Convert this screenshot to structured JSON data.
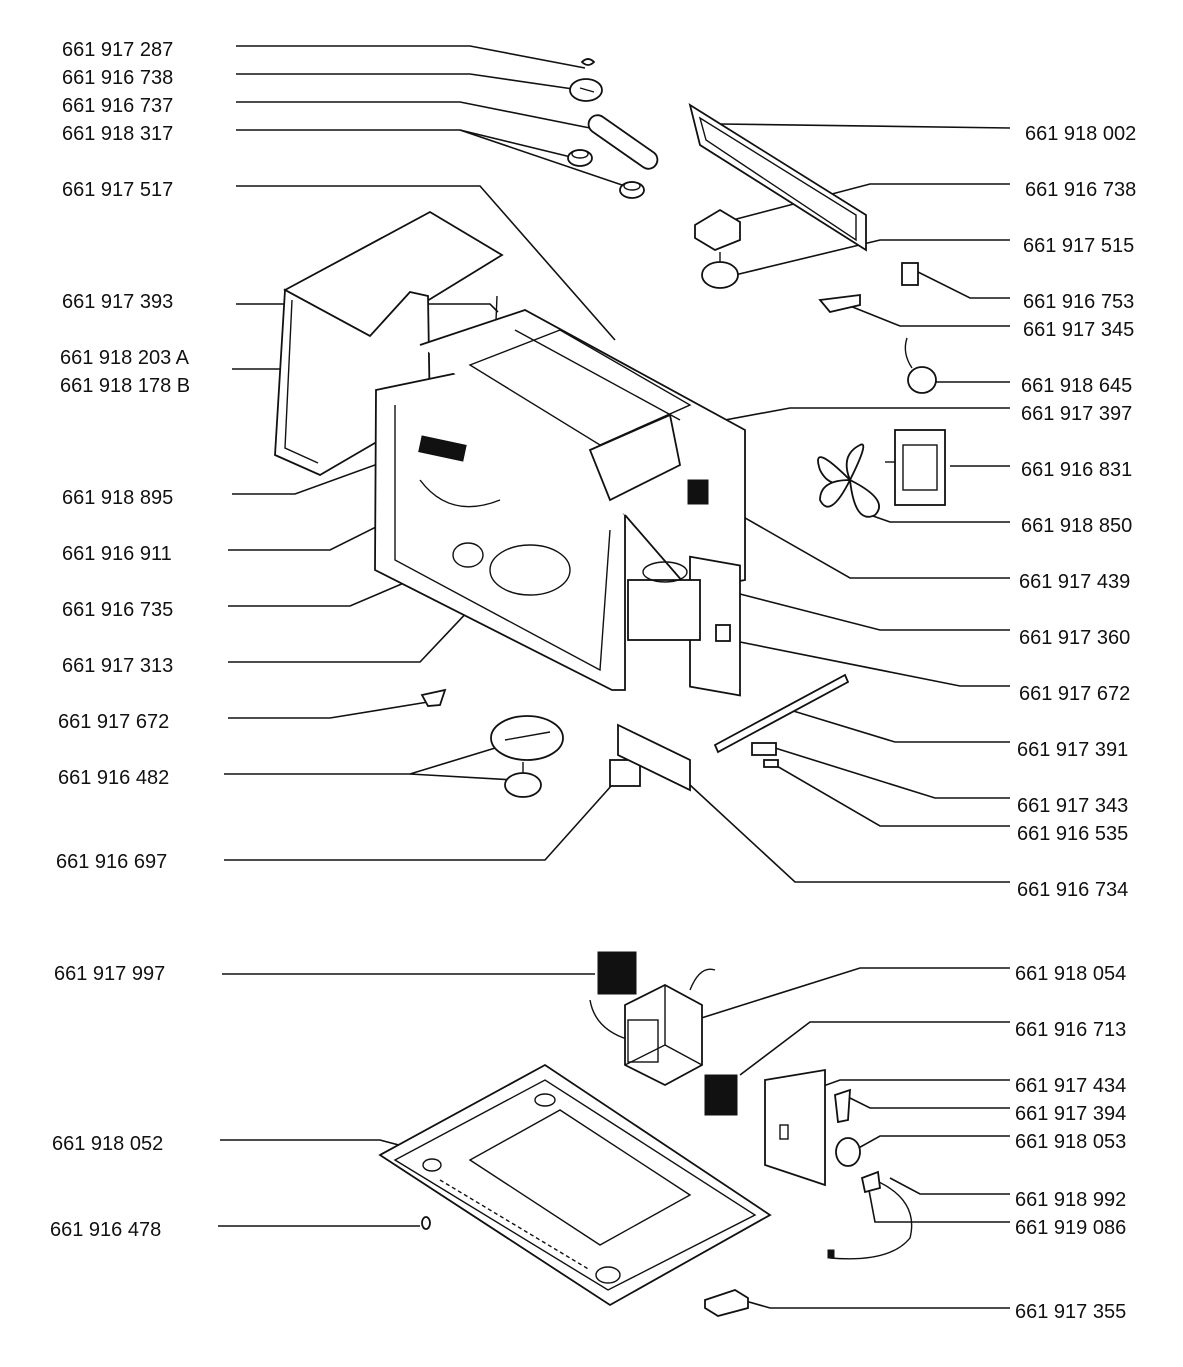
{
  "labels_left": [
    "661 917 287",
    "661 916 738",
    "661 916 737",
    "661 918 317",
    "661 917 517",
    "661 917 393",
    "661 918 203 A",
    "661 918 178 B",
    "661 918 895",
    "661 916 911",
    "661 916 735",
    "661 917 313",
    "661 917 672",
    "661 916 482",
    "661 916 697",
    "661 917 997",
    "661 918 052",
    "661 916 478"
  ],
  "labels_right": [
    "661 918 002",
    "661 916 738",
    "661 917 515",
    "661 916 753",
    "661 917 345",
    "661 918 645",
    "661 917 397",
    "661 916 831",
    "661 918 850",
    "661 917 439",
    "661 917 360",
    "661 917 672",
    "661 917 391",
    "661 917 343",
    "661 916 535",
    "661 916 734",
    "661 918 054",
    "661 916 713",
    "661 917 434",
    "661 917 394",
    "661 918 053",
    "661 918 992",
    "661 919 086",
    "661 917 355"
  ]
}
